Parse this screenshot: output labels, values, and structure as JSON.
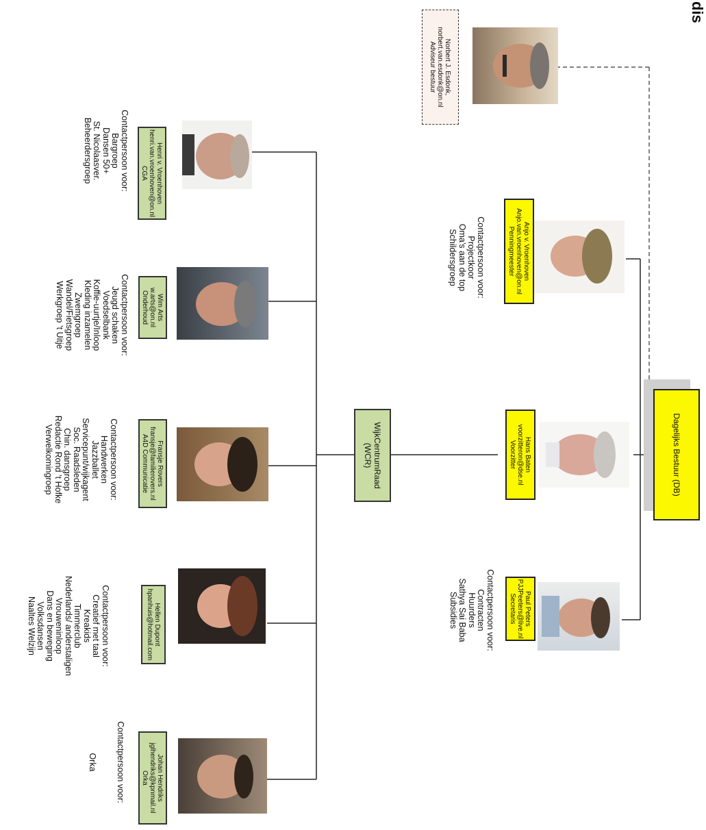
{
  "page": {
    "header_fragment": "dis"
  },
  "nodes": {
    "db": {
      "title": "Dagelijks Bestuur (DB)"
    },
    "wcr": {
      "line1": "WijkCentrumRaad",
      "line2": "(WCR)"
    },
    "norbert": {
      "name": "Norbert J. Esdonk,",
      "email": "norbert.van.esdonk@on.nl",
      "role": "Adviseur bestuur"
    },
    "anjo": {
      "name": "Anjo v. Vroenhoven",
      "email": "Anjo.van.vroenhoven@on.nl",
      "role": "Penningmeester"
    },
    "hans": {
      "name": "Hans Baten",
      "email": "voorzitteron@dse.nl",
      "role": "Voorzitter"
    },
    "paul": {
      "name": "Paul Peters",
      "email": "PJJPeeters@live.nl",
      "role": "Secretaris"
    },
    "henri": {
      "name": "Henri v. Vroenhoven",
      "email": "henri.van.vroenhoven@on.nl",
      "role": "CGA"
    },
    "wim": {
      "name": "Wim Arts",
      "email": "w.arts@on.nl",
      "role": "Onderhoud"
    },
    "fransje": {
      "name": "Fransje Rovers",
      "email": "fransje@familierovers.nl",
      "role": "A4D Communicatie"
    },
    "hellen": {
      "name": "Hellen Dupont",
      "email": "hpanhuis@hotmail.com"
    },
    "johan": {
      "name": "Johan Hendriks",
      "email": "jglhendriks@kpnmail.nl",
      "role": "Orka"
    }
  },
  "contacts": {
    "anjo": {
      "heading": "Contactpersoon voor:",
      "items": [
        "Projectkoor",
        "Oma’s aan de top",
        "Schildersgroep"
      ]
    },
    "paul": {
      "heading": "Contactpersoon voor:",
      "items": [
        "Contracten",
        "Huurders",
        "Sathya Sai Baba",
        "Subsidies"
      ]
    },
    "henri": {
      "heading": "Contactpersoon voor:",
      "items": [
        "Bargroep",
        "Dansen 50+",
        "St. Nicolaasver.",
        "Beheerdersgroep"
      ]
    },
    "wim": {
      "heading": "Contactpersoon voor:",
      "items": [
        "Jeugd schaken",
        "Voedselbank",
        "Koffie-uurtje/Inloop",
        "Kleding inzamelen",
        "Zwemgroep",
        "Wandel/Fietsgroep",
        "Werkgroep ’t Uitje"
      ]
    },
    "fransje": {
      "heading": "Contactpersoon voor:",
      "items": [
        "Handwerken",
        "Jazzballet",
        "Servicepunt/wijkagent",
        "Soc. Raadsleden",
        "Chin. dansgroep",
        "Redactie Rond ’t Hofke",
        "Verwelkomingroep"
      ]
    },
    "hellen": {
      "heading": "Contactpersoon voor:",
      "items": [
        "Creatief met taal",
        "Kreakids",
        "Timmerclub",
        "Nederlands/ anderstaligen",
        "Vrouweninloop",
        "Dans en beweging",
        "Volksdansen",
        "Naaltes Welzijn"
      ]
    },
    "johan": {
      "heading": "Contactpersoon voor:",
      "items": [
        "",
        "",
        "Orka"
      ]
    }
  },
  "colors": {
    "board_box": "#fbf800",
    "council_box": "#c9dca4",
    "advisor_box": "#fbf2ee",
    "shadow": "#cfcfcf"
  }
}
